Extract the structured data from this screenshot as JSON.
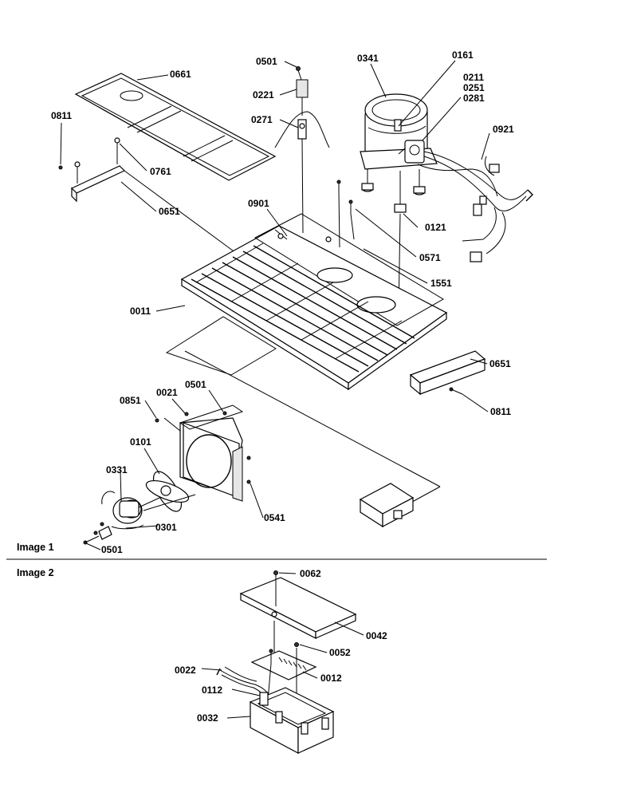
{
  "sections": {
    "image1": "Image 1",
    "image2": "Image 2"
  },
  "callouts": {
    "c0661": "0661",
    "c0811_top": "0811",
    "c0761": "0761",
    "c0651_left": "0651",
    "c0501_top": "0501",
    "c0221": "0221",
    "c0271": "0271",
    "c0341": "0341",
    "c0161": "0161",
    "c0211": "0211",
    "c0251": "0251",
    "c0281": "0281",
    "c0921": "0921",
    "c0901": "0901",
    "c0121": "0121",
    "c0571": "0571",
    "c1551": "1551",
    "c0011": "0011",
    "c0651_right": "0651",
    "c0811_right": "0811",
    "c0851": "0851",
    "c0021": "0021",
    "c0501_mid": "0501",
    "c0101": "0101",
    "c0331": "0331",
    "c0301": "0301",
    "c0501_bottom": "0501",
    "c0541": "0541",
    "c0062": "0062",
    "c0042": "0042",
    "c0052": "0052",
    "c0022": "0022",
    "c0012": "0012",
    "c0112": "0112",
    "c0032": "0032"
  }
}
